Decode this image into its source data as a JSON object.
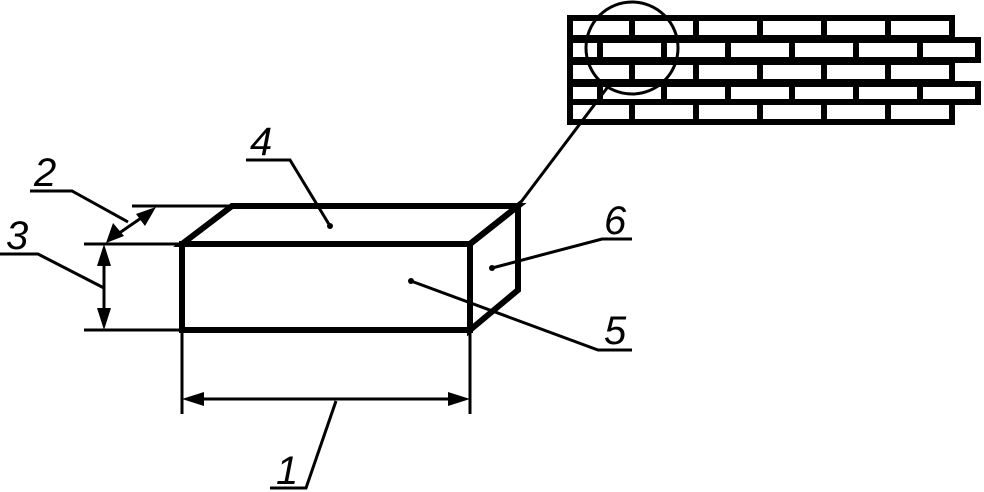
{
  "diagram": {
    "labels": {
      "l1": "1",
      "l2": "2",
      "l3": "3",
      "l4": "4",
      "l5": "5",
      "l6": "6"
    },
    "colors": {
      "stroke": "#000000",
      "background": "#ffffff"
    }
  }
}
